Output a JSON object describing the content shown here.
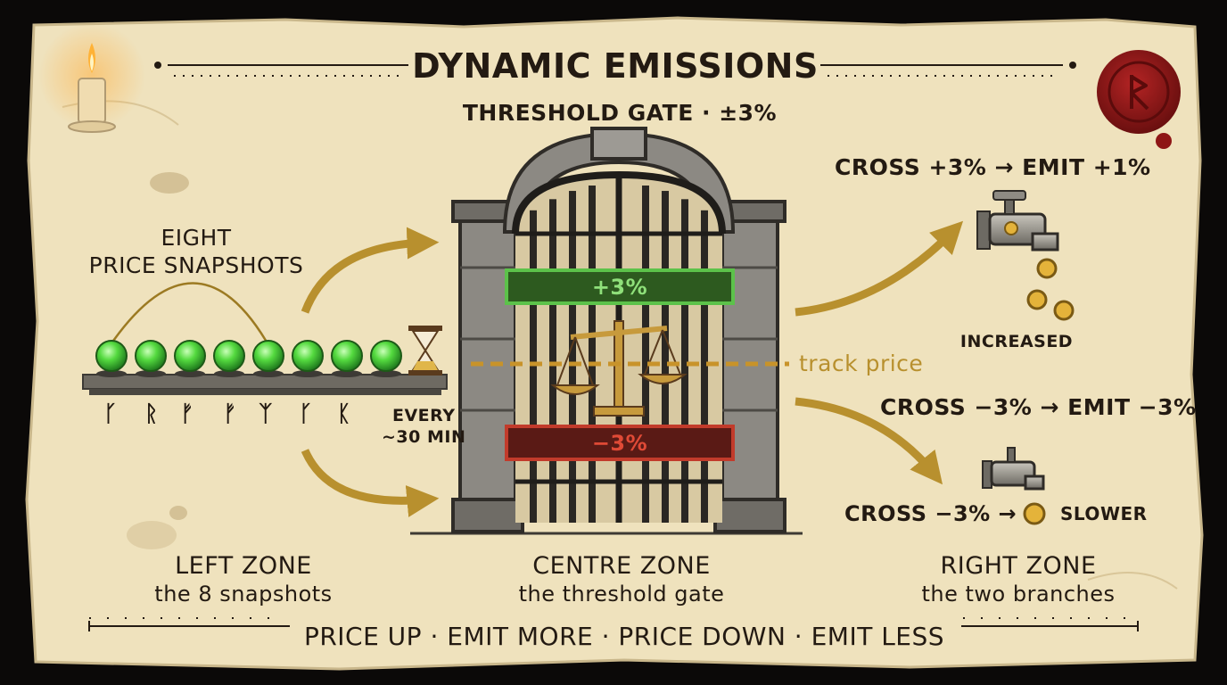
{
  "header": {
    "title": "DYNAMIC EMISSIONS",
    "subtitle": "THRESHOLD GATE · ±3%"
  },
  "left": {
    "label_line1": "EIGHT",
    "label_line2": "PRICE SNAPSHOTS",
    "runes": [
      "ᚴ",
      "ᚱ",
      "ᚠ",
      "ᚠ",
      "ᛉ",
      "ᚴ",
      "ᛕ"
    ],
    "every_line1": "EVERY",
    "every_line2": "~30 MIN"
  },
  "gate": {
    "upper_label": "+3%",
    "lower_label": "−3%",
    "track_label": "track price"
  },
  "right": {
    "up_rule": "CROSS +3% → EMIT +1%",
    "up_result": "INCREASED",
    "down_rule": "CROSS −3% → EMIT −3%",
    "down_rule_short": "CROSS −3% →",
    "down_result": "SLOWER"
  },
  "zones": {
    "left_title": "LEFT ZONE",
    "left_sub": "the 8 snapshots",
    "centre_title": "CENTRE ZONE",
    "centre_sub": "the threshold gate",
    "right_title": "RIGHT ZONE",
    "right_sub": "the two branches"
  },
  "footer": {
    "tagline": "PRICE UP · EMIT MORE · PRICE DOWN · EMIT LESS"
  },
  "colors": {
    "parchment": "#efe2bd",
    "ink": "#231a12",
    "gold": "#b8902e",
    "orb_green": "#4fd63c",
    "up_green": "#3fae3a",
    "down_red": "#c23b2b",
    "wax_red": "#8e1616",
    "stone": "#7d7a74"
  }
}
